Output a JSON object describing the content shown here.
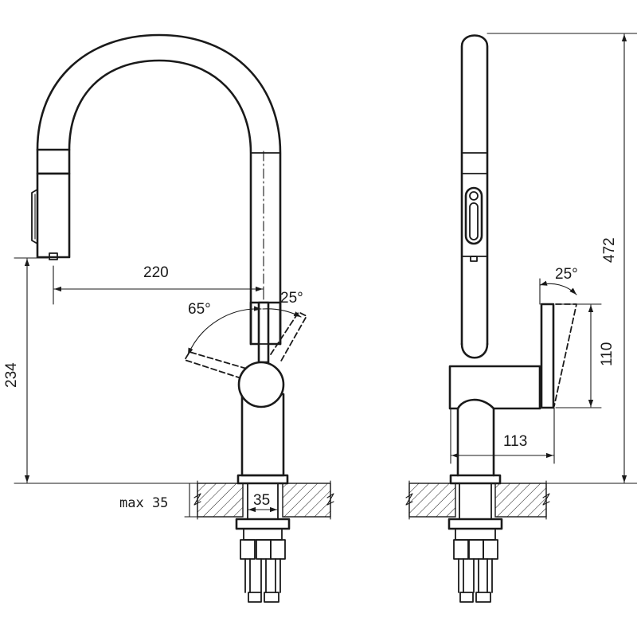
{
  "dimensions": {
    "spout_reach": "220",
    "angle_left": "65°",
    "angle_right": "25°",
    "height_to_outlet": "234",
    "max_thickness": "max 35",
    "hole_diameter": "35",
    "angle_side": "25°",
    "lever_height": "110",
    "body_depth": "113",
    "total_height": "472"
  }
}
